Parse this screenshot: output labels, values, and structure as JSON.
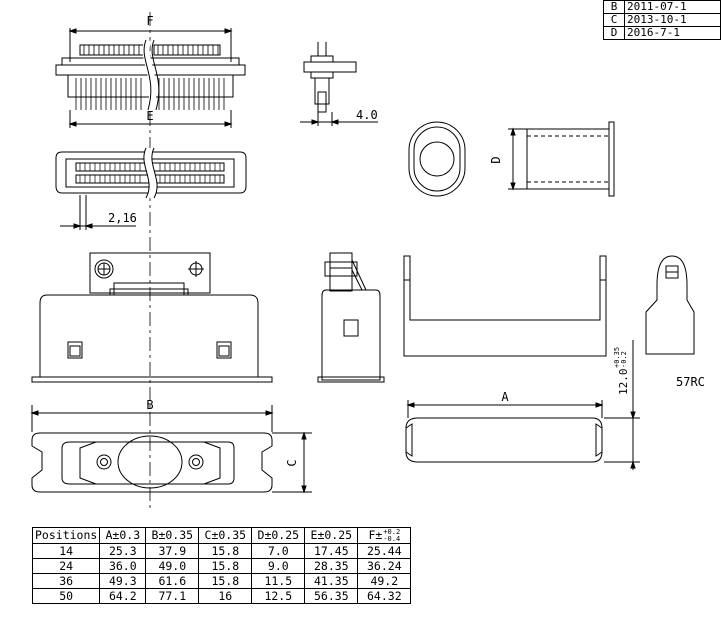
{
  "revisions": [
    {
      "rev": "B",
      "date": "2011-07-1"
    },
    {
      "rev": "C",
      "date": "2013-10-1"
    },
    {
      "rev": "D",
      "date": "2016-7-1"
    }
  ],
  "labels": {
    "F": "F",
    "E": "E",
    "B": "B",
    "C": "C",
    "A": "A",
    "D": "D",
    "dim_4": "4.0",
    "dim_pitch": "2,16",
    "dim_height": "12.0",
    "dim_height_tol_plus": "+0.35",
    "dim_height_tol_minus": "-0.2",
    "model": "57RC"
  },
  "table": {
    "headers": [
      "Positions",
      "A±0.3",
      "B±0.35",
      "C±0.35",
      "D±0.25",
      "E±0.25"
    ],
    "header_f": "F±",
    "header_f_tol_plus": "+0.2",
    "header_f_tol_minus": "-0.4",
    "rows": [
      [
        "14",
        "25.3",
        "37.9",
        "15.8",
        "7.0",
        "17.45",
        "25.44"
      ],
      [
        "24",
        "36.0",
        "49.0",
        "15.8",
        "9.0",
        "28.35",
        "36.24"
      ],
      [
        "36",
        "49.3",
        "61.6",
        "15.8",
        "11.5",
        "41.35",
        "49.2"
      ],
      [
        "50",
        "64.2",
        "77.1",
        "16",
        "12.5",
        "56.35",
        "64.32"
      ]
    ]
  }
}
